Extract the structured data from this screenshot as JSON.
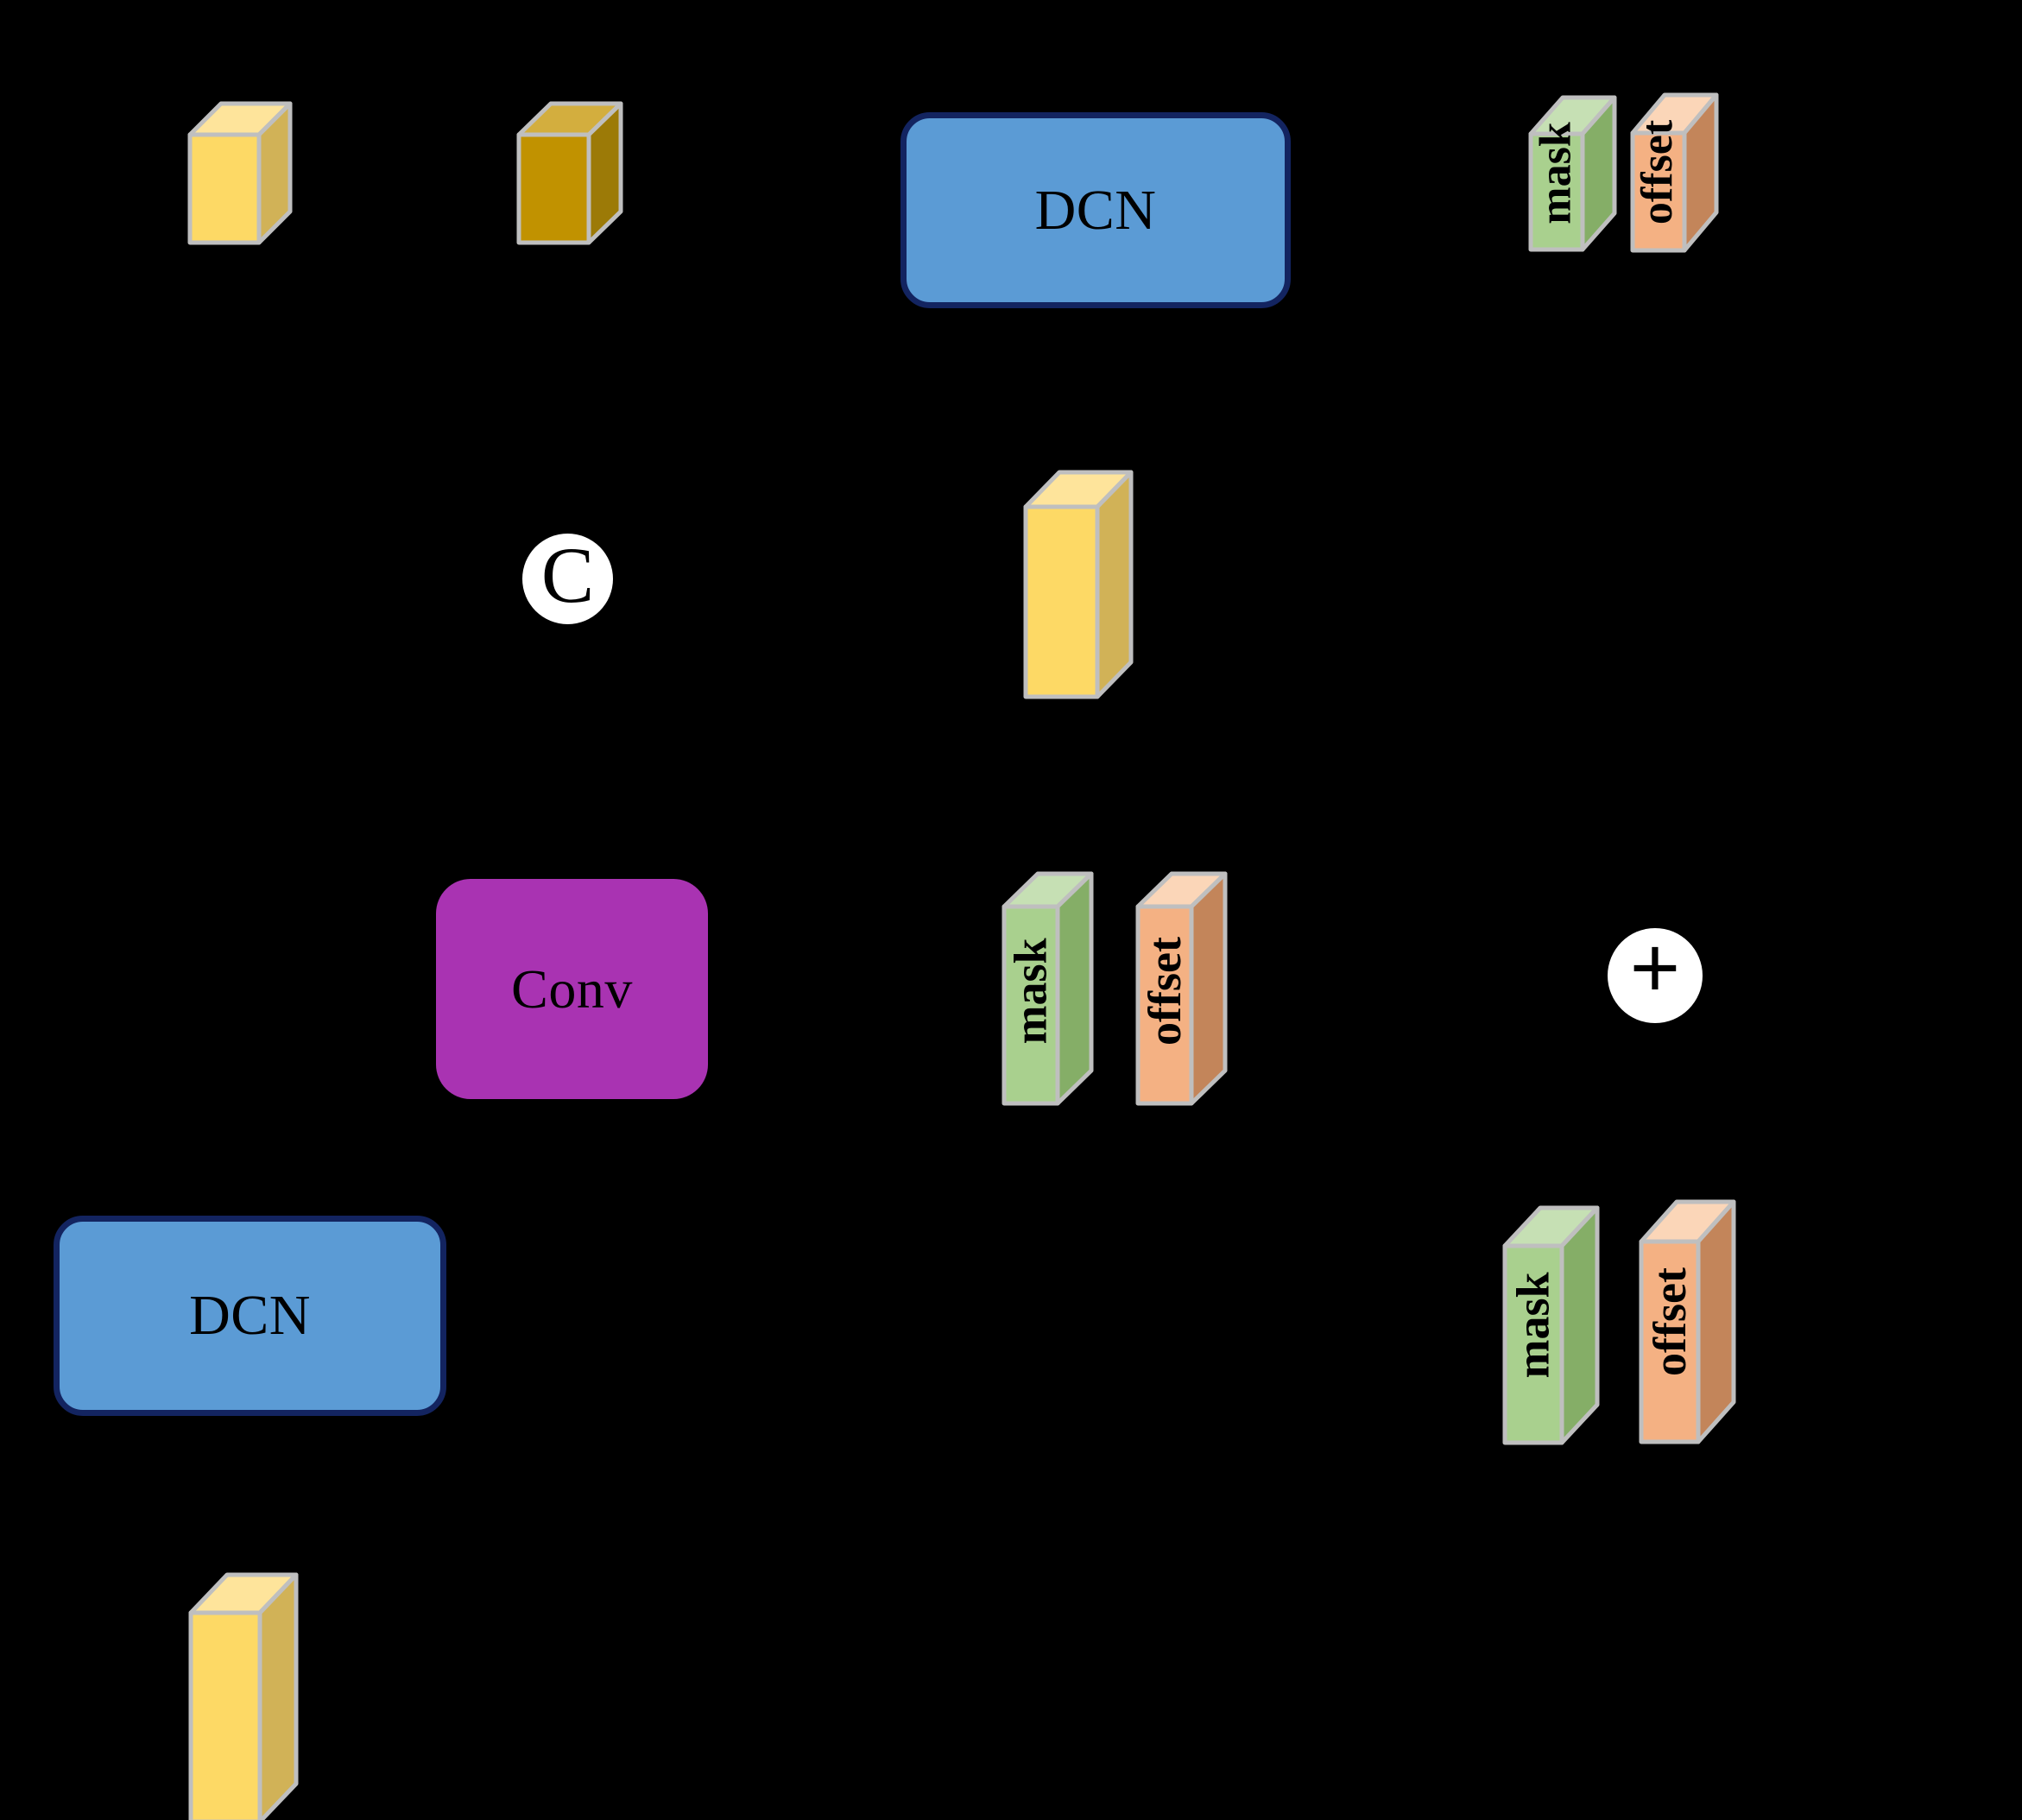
{
  "diagram": {
    "title": "DCN mask/offset dataflow diagram",
    "background_color": "#000000",
    "palette": {
      "yellow_front": "#FDD965",
      "yellow_top": "#FEE49B",
      "yellow_side": "#D1B257",
      "olive_front": "#C19200",
      "olive_top": "#D3AE3E",
      "olive_side": "#9C7A07",
      "green_front": "#A9D08E",
      "green_top": "#C6E0B4",
      "green_side": "#85AE67",
      "orange_front": "#F4B183",
      "orange_top": "#FBD6B8",
      "orange_side": "#C3855A",
      "block_edge": "#BFBFBF",
      "dcn_fill": "#5B9BD5",
      "dcn_border": "#132460",
      "conv_fill": "#A933B2",
      "circle_fill": "#FFFFFF",
      "text_color": "#000000"
    },
    "nodes": [
      {
        "id": "feat-yellow-top-left",
        "type": "block",
        "label": "",
        "color_key": "yellow"
      },
      {
        "id": "feat-olive-top",
        "type": "block",
        "label": "",
        "color_key": "olive"
      },
      {
        "id": "dcn-top",
        "type": "procbox",
        "label": "DCN",
        "color_key": "dcn"
      },
      {
        "id": "mask-top-right",
        "type": "block",
        "label": "mask",
        "color_key": "green"
      },
      {
        "id": "offset-top-right",
        "type": "block",
        "label": "offset",
        "color_key": "orange"
      },
      {
        "id": "concat-op",
        "type": "circle",
        "label": "C"
      },
      {
        "id": "feat-yellow-middle",
        "type": "block",
        "label": "",
        "color_key": "yellow"
      },
      {
        "id": "conv",
        "type": "procbox",
        "label": "Conv",
        "color_key": "conv"
      },
      {
        "id": "mask-middle",
        "type": "block",
        "label": "mask",
        "color_key": "green"
      },
      {
        "id": "offset-middle",
        "type": "block",
        "label": "offset",
        "color_key": "orange"
      },
      {
        "id": "add-op",
        "type": "circle",
        "label": "+"
      },
      {
        "id": "dcn-bottom",
        "type": "procbox",
        "label": "DCN",
        "color_key": "dcn"
      },
      {
        "id": "mask-bottom-right",
        "type": "block",
        "label": "mask",
        "color_key": "green"
      },
      {
        "id": "offset-bottom-right",
        "type": "block",
        "label": "offset",
        "color_key": "orange"
      },
      {
        "id": "feat-yellow-bottom-left",
        "type": "block",
        "label": "",
        "color_key": "yellow"
      }
    ],
    "labels": {
      "dcn_top": "DCN",
      "dcn_bottom": "DCN",
      "conv": "Conv",
      "mask_top_right": "mask",
      "offset_top_right": "offset",
      "mask_middle": "mask",
      "offset_middle": "offset",
      "mask_bottom_right": "mask",
      "offset_bottom_right": "offset",
      "concat_operator": "C",
      "add_operator": "+"
    }
  }
}
